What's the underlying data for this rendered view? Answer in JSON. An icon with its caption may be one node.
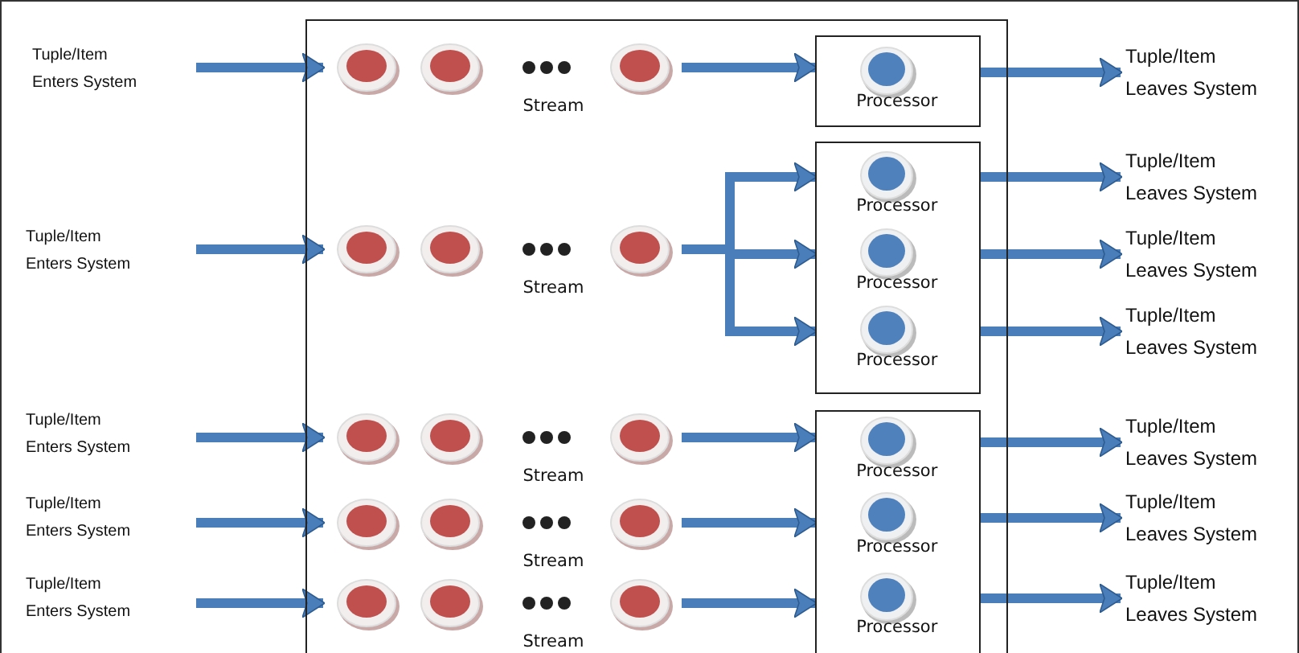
{
  "diagram": {
    "nodes": [
      {
        "text": [],
        "shape": "box"
      },
      {
        "text": [
          "Tuple/Item Enters System"
        ]
      },
      {
        "text": [
          "Tuple/Item Enters System"
        ]
      },
      {
        "text": [
          "Tuple/Item Enters System"
        ]
      },
      {
        "text": [
          "Tuple/Item Enters System"
        ]
      },
      {
        "text": [
          "Tuple/Item Enters System"
        ]
      },
      {
        "text": [
          "Stream"
        ],
        "in": 0
      },
      {
        "text": [
          "Stream"
        ],
        "in": 0
      },
      {
        "text": [
          "Stream"
        ],
        "in": 0
      },
      {
        "text": [
          "Stream"
        ],
        "in": 0
      },
      {
        "text": [
          "Stream"
        ],
        "in": 0
      },
      {
        "text": [],
        "shape": "box",
        "in": 0
      },
      {
        "text": [],
        "shape": "box",
        "in": 0
      },
      {
        "text": [],
        "shape": "box",
        "in": 0
      },
      {
        "text": [
          "Processor"
        ],
        "in": 11
      },
      {
        "text": [
          "Processor"
        ],
        "in": 12
      },
      {
        "text": [
          "Processor"
        ],
        "in": 12
      },
      {
        "text": [
          "Processor"
        ],
        "in": 12
      },
      {
        "text": [
          "Processor"
        ],
        "in": 13
      },
      {
        "text": [
          "Processor"
        ],
        "in": 13
      },
      {
        "text": [
          "Processor"
        ],
        "in": 13
      },
      {
        "text": [
          "Tuple/Item Leaves System"
        ]
      },
      {
        "text": [
          "Tuple/Item Leaves System"
        ]
      },
      {
        "text": [
          "Tuple/Item Leaves System"
        ]
      },
      {
        "text": [
          "Tuple/Item Leaves System"
        ]
      },
      {
        "text": [
          "Tuple/Item Leaves System"
        ]
      },
      {
        "text": [
          "Tuple/Item Leaves System"
        ]
      },
      {
        "text": [
          "Tuple/Item Leaves System"
        ]
      }
    ],
    "edges": [
      {
        "from": 1,
        "to": 6,
        "arrow": "to"
      },
      {
        "from": 2,
        "to": 7,
        "arrow": "to"
      },
      {
        "from": 3,
        "to": 8,
        "arrow": "to"
      },
      {
        "from": 4,
        "to": 9,
        "arrow": "to"
      },
      {
        "from": 5,
        "to": 10,
        "arrow": "to"
      },
      {
        "from": 6,
        "to": 14,
        "arrow": "to"
      },
      {
        "from": 7,
        "to": 15,
        "arrow": "to"
      },
      {
        "from": 7,
        "to": 16,
        "arrow": "to"
      },
      {
        "from": 7,
        "to": 17,
        "arrow": "to"
      },
      {
        "from": 8,
        "to": 18,
        "arrow": "to"
      },
      {
        "from": 9,
        "to": 19,
        "arrow": "to"
      },
      {
        "from": 10,
        "to": 20,
        "arrow": "to"
      },
      {
        "from": 14,
        "to": 21,
        "arrow": "to"
      },
      {
        "from": 15,
        "to": 22,
        "arrow": "to"
      },
      {
        "from": 16,
        "to": 23,
        "arrow": "to"
      },
      {
        "from": 17,
        "to": 24,
        "arrow": "to"
      },
      {
        "from": 18,
        "to": 25,
        "arrow": "to"
      },
      {
        "from": 19,
        "to": 26,
        "arrow": "to"
      },
      {
        "from": 20,
        "to": 27,
        "arrow": "to"
      }
    ]
  }
}
